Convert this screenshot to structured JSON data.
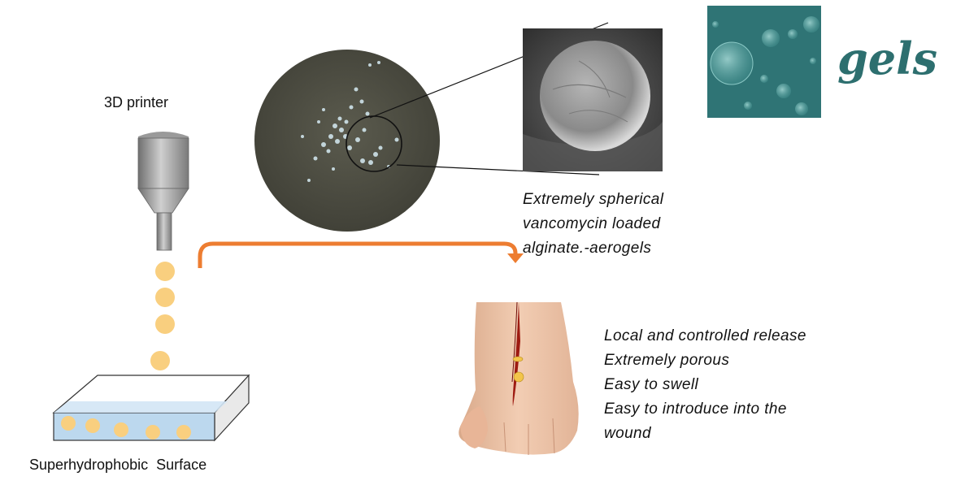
{
  "labels": {
    "printer": "3D printer",
    "surface": "Superhydrophobic  Surface",
    "caption_lines": [
      "Extremely spherical",
      "vancomycin loaded",
      "alginate.-aerogels"
    ],
    "properties": [
      "Local and controlled release",
      "Extremely porous",
      "Easy to swell",
      "Easy to introduce into the",
      "wound"
    ]
  },
  "logo": {
    "word": "gels"
  },
  "colors": {
    "droplet": "#f9cf7f",
    "arrow": "#ed7d31",
    "logo_bg": "#2f7475",
    "logo_text": "#2d6f6f",
    "surface_water": "#bcd8ee"
  },
  "icons": {
    "printer": "printer-nozzle-icon",
    "petri": "petri-dish-photo",
    "sem": "sem-bead-photo",
    "hand": "wounded-hand-illustration",
    "arrow": "curved-arrow-icon"
  }
}
